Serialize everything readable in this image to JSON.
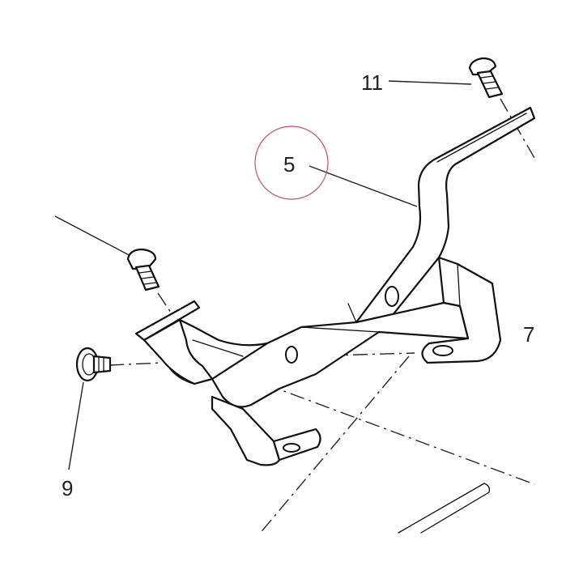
{
  "callouts": {
    "part_5": "5",
    "part_7": "7",
    "part_9": "9",
    "part_11": "11"
  },
  "colors": {
    "highlight_circle": "#c0506a",
    "line": "#111111",
    "background": "#ffffff"
  }
}
